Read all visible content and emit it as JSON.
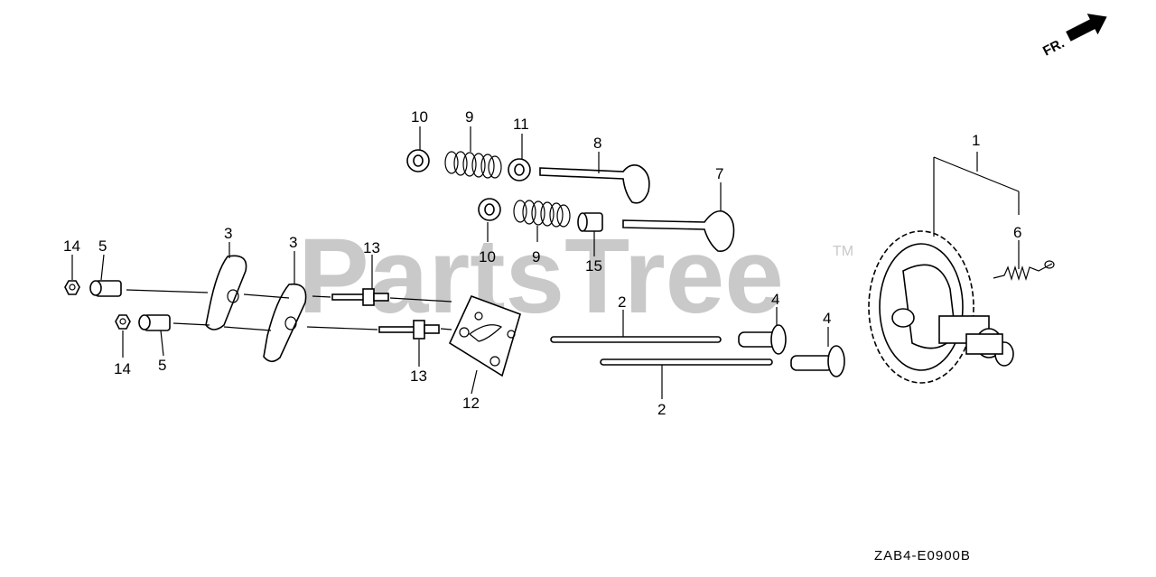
{
  "watermark": {
    "text": "PartsTree",
    "trademark": "TM"
  },
  "direction_marker": {
    "label": "FR.",
    "icon": "arrow-icon"
  },
  "diagram_code": "ZAB4-E0900B",
  "callouts": [
    {
      "id": "callout-1",
      "label": "1"
    },
    {
      "id": "callout-2a",
      "label": "2"
    },
    {
      "id": "callout-2b",
      "label": "2"
    },
    {
      "id": "callout-3a",
      "label": "3"
    },
    {
      "id": "callout-3b",
      "label": "3"
    },
    {
      "id": "callout-4a",
      "label": "4"
    },
    {
      "id": "callout-4b",
      "label": "4"
    },
    {
      "id": "callout-5a",
      "label": "5"
    },
    {
      "id": "callout-5b",
      "label": "5"
    },
    {
      "id": "callout-6",
      "label": "6"
    },
    {
      "id": "callout-7",
      "label": "7"
    },
    {
      "id": "callout-8",
      "label": "8"
    },
    {
      "id": "callout-9a",
      "label": "9"
    },
    {
      "id": "callout-9b",
      "label": "9"
    },
    {
      "id": "callout-10a",
      "label": "10"
    },
    {
      "id": "callout-10b",
      "label": "10"
    },
    {
      "id": "callout-11",
      "label": "11"
    },
    {
      "id": "callout-12",
      "label": "12"
    },
    {
      "id": "callout-13a",
      "label": "13"
    },
    {
      "id": "callout-13b",
      "label": "13"
    },
    {
      "id": "callout-14a",
      "label": "14"
    },
    {
      "id": "callout-14b",
      "label": "14"
    },
    {
      "id": "callout-15",
      "label": "15"
    }
  ]
}
